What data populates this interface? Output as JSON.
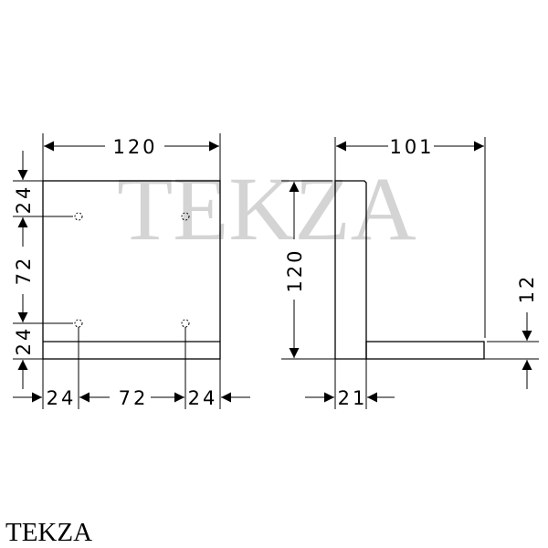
{
  "watermark": "TEKZA",
  "brand": "TEKZA",
  "front_view": {
    "width": "120",
    "top_offset": "24",
    "hole_spacing_vertical": "72",
    "bottom_offset": "24",
    "left_offset": "24",
    "hole_spacing_horizontal": "72",
    "right_offset": "24"
  },
  "side_view": {
    "depth": "101",
    "height": "120",
    "plate_thickness": "21",
    "shelf_thickness": "12"
  }
}
